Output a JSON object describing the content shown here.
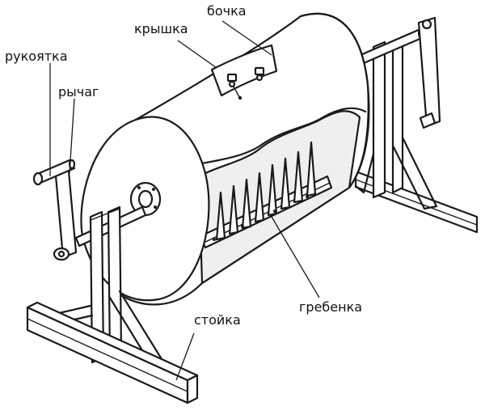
{
  "labels": {
    "bochka": "бочка",
    "kryshka": "крышка",
    "rukoyatka": "рукоятка",
    "rychag": "рычаг",
    "grebenka": "гребенка",
    "stoyka": "стойка"
  }
}
